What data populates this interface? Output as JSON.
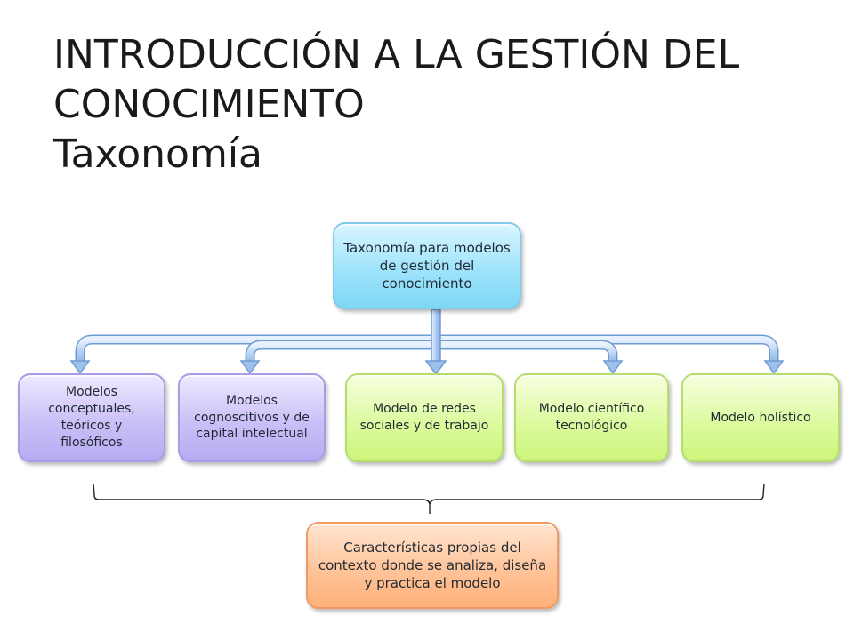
{
  "slide": {
    "title_line1": "INTRODUCCIÓN A LA GESTIÓN DEL",
    "title_line2": "CONOCIMIENTO",
    "subtitle": "Taxonomía"
  },
  "diagram": {
    "root": "Taxonomía para modelos de gestión del conocimiento",
    "children": [
      "Modelos conceptuales, teóricos y filosóficos",
      "Modelos cognoscitivos y de capital intelectual",
      "Modelo de redes sociales y de trabajo",
      "Modelo científico tecnológico",
      "Modelo holístico"
    ],
    "footer_box": "Características propias del contexto donde se analiza, diseña y practica el modelo"
  },
  "colors": {
    "root": "#9fe3fb",
    "purple_models": "#cbc0f7",
    "green_models": "#ddfaa0",
    "footer_box": "#ffc49a",
    "connector": "#8fb8e8"
  }
}
